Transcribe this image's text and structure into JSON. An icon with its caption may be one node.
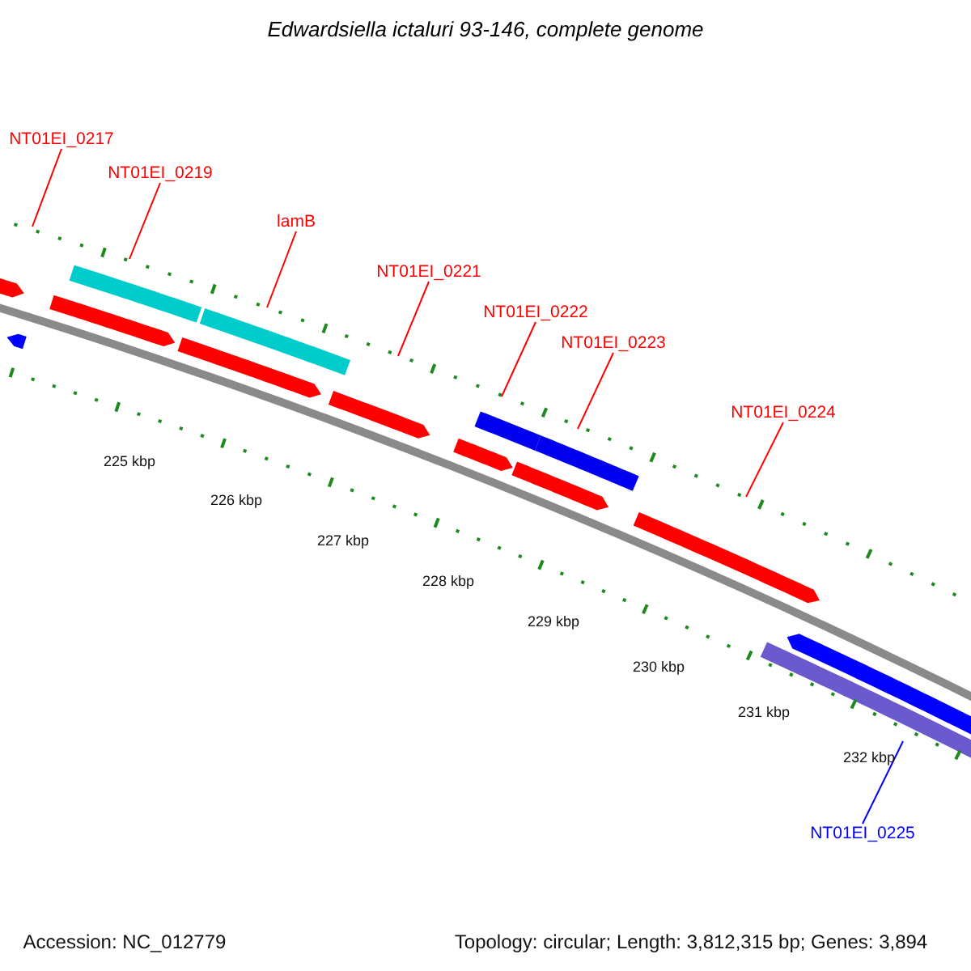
{
  "diagram": {
    "title": "Edwardsiella ictaluri 93-146, complete genome",
    "nodes": [
      {
        "text": [
          "NT01EI_0217"
        ]
      },
      {
        "text": [
          "NT01EI_0219"
        ]
      },
      {
        "text": [
          "lamB"
        ]
      },
      {
        "text": [
          "NT01EI_0221"
        ]
      },
      {
        "text": [
          "NT01EI_0222"
        ]
      },
      {
        "text": [
          "NT01EI_0223"
        ]
      },
      {
        "text": [
          "NT01EI_0224"
        ]
      },
      {
        "text": [
          "NT01EI_0225"
        ]
      }
    ],
    "edges": [
      {
        "from": 0,
        "to": null,
        "arrow": "none"
      },
      {
        "from": 1,
        "to": null,
        "arrow": "none"
      },
      {
        "from": 2,
        "to": null,
        "arrow": "none"
      },
      {
        "from": 3,
        "to": null,
        "arrow": "none"
      },
      {
        "from": 4,
        "to": null,
        "arrow": "none"
      },
      {
        "from": 5,
        "to": null,
        "arrow": "none"
      },
      {
        "from": 6,
        "to": null,
        "arrow": "none"
      },
      {
        "from": 7,
        "to": null,
        "arrow": "none",
        "color": "#0000ff"
      }
    ],
    "labels": [
      "225 kbp",
      "226 kbp",
      "227 kbp",
      "228 kbp",
      "229 kbp",
      "230 kbp",
      "231 kbp",
      "232 kbp",
      "Accession: NC_012779",
      "Topology: circular; Length: 3,812,315 bp; Genes: 3,894"
    ]
  }
}
